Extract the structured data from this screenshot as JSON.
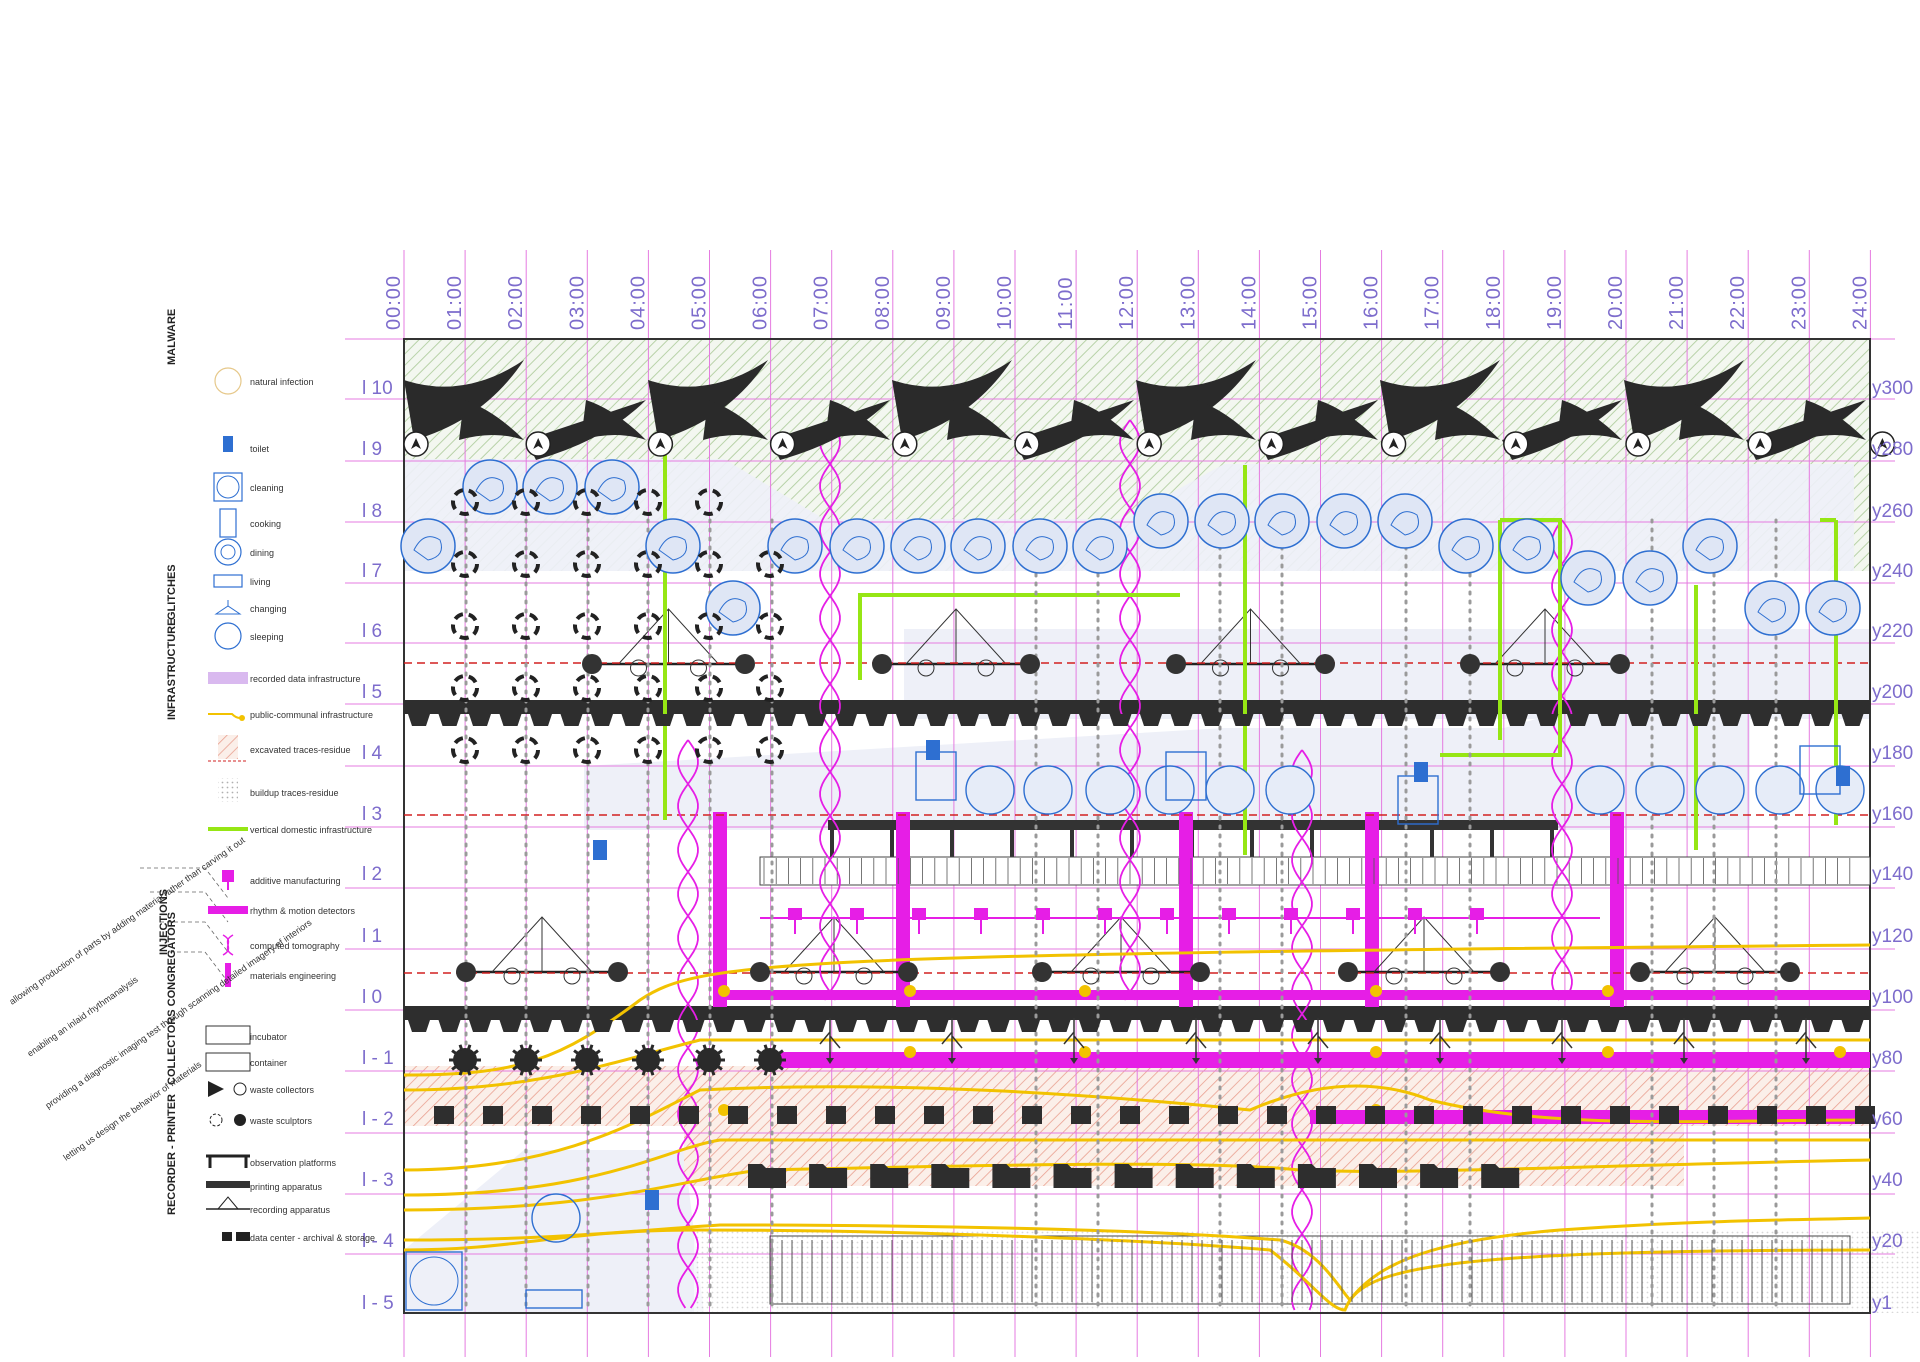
{
  "time_labels": [
    "00:00",
    "01:00",
    "02:00",
    "03:00",
    "04:00",
    "05:00",
    "06:00",
    "07:00",
    "08:00",
    "09:00",
    "10:00",
    "11:00",
    "12:00",
    "13:00",
    "14:00",
    "15:00",
    "16:00",
    "17:00",
    "18:00",
    "19:00",
    "20:00",
    "21:00",
    "22:00",
    "23:00",
    "24:00"
  ],
  "level_labels": [
    "l  10",
    "l  9",
    "l  8",
    "l  7",
    "l  6",
    "l  5",
    "l  4",
    "l  3",
    "l  2",
    "l  1",
    "l  0",
    "l  - 1",
    "l  - 2",
    "l  - 3",
    "l  - 4",
    "l  - 5"
  ],
  "year_labels": [
    "y300",
    "y280",
    "y260",
    "y240",
    "y220",
    "y200",
    "y180",
    "y160",
    "y140",
    "y120",
    "y100",
    "y80",
    "y60",
    "y40",
    "y20",
    "y1"
  ],
  "categories": [
    "MALWARE",
    "GLITCHES",
    "INFRASTRUCTURE",
    "INJECTIONS OPERATIONS",
    "COLLECTORS CONGREGATORS",
    "RECORDER - PRINTER"
  ],
  "legend": [
    {
      "label": "natural  infection",
      "icon": "natural-infection-icon"
    },
    {
      "label": "toilet",
      "icon": "toilet-icon"
    },
    {
      "label": "cleaning",
      "icon": "cleaning-icon"
    },
    {
      "label": "cooking",
      "icon": "cooking-icon"
    },
    {
      "label": "dining",
      "icon": "dining-icon"
    },
    {
      "label": "living",
      "icon": "living-icon"
    },
    {
      "label": "changing",
      "icon": "changing-icon"
    },
    {
      "label": "sleeping",
      "icon": "sleeping-icon"
    },
    {
      "label": "recorded  data  infrastructure",
      "icon": "recorded-data-icon"
    },
    {
      "label": "public-communal  infrastructure",
      "icon": "public-communal-icon"
    },
    {
      "label": "excavated  traces-residue",
      "icon": "excavated-icon"
    },
    {
      "label": "buildup  traces-residue",
      "icon": "buildup-icon"
    },
    {
      "label": "vertical  domestic  infrastructure",
      "icon": "vertical-domestic-icon"
    },
    {
      "label": "additive  manufacturing",
      "icon": "additive-manufacturing-icon"
    },
    {
      "label": "rhythm  &  motion  detectors",
      "icon": "rhythm-motion-icon"
    },
    {
      "label": "computed  tomography",
      "icon": "computed-tomography-icon"
    },
    {
      "label": "materials  engineering",
      "icon": "materials-engineering-icon"
    },
    {
      "label": "incubator",
      "icon": "incubator-icon"
    },
    {
      "label": "container",
      "icon": "container-icon"
    },
    {
      "label": "waste  collectors",
      "icon": "waste-collectors-icon"
    },
    {
      "label": "waste  sculptors",
      "icon": "waste-sculptors-icon"
    },
    {
      "label": "observation  platforms",
      "icon": "observation-platforms-icon"
    },
    {
      "label": "printing  apparatus",
      "icon": "printing-apparatus-icon"
    },
    {
      "label": "recording  apparatus",
      "icon": "recording-apparatus-icon"
    },
    {
      "label": "data  center  -  archival  &  storage",
      "icon": "data-center-icon"
    }
  ],
  "annotations": [
    "allowing  production  of  parts  by  adding  material  rather  than  carving  it  out",
    "enabling  an  inlaid  rhythmanalysis",
    "providing  a  diagnostic  imaging  test  through  scanning  detailed  imagery  of  interiors",
    "letting  us  design  the  behavior  of  materials"
  ],
  "colors": {
    "grid_pink": "#e57be0",
    "magenta": "#e61ee6",
    "lime": "#96e614",
    "yellow": "#f2c200",
    "blue": "#2e6fd1",
    "label_purple": "#7d6ccc",
    "dark": "#3a3a3a",
    "red_dash": "#d22020"
  }
}
